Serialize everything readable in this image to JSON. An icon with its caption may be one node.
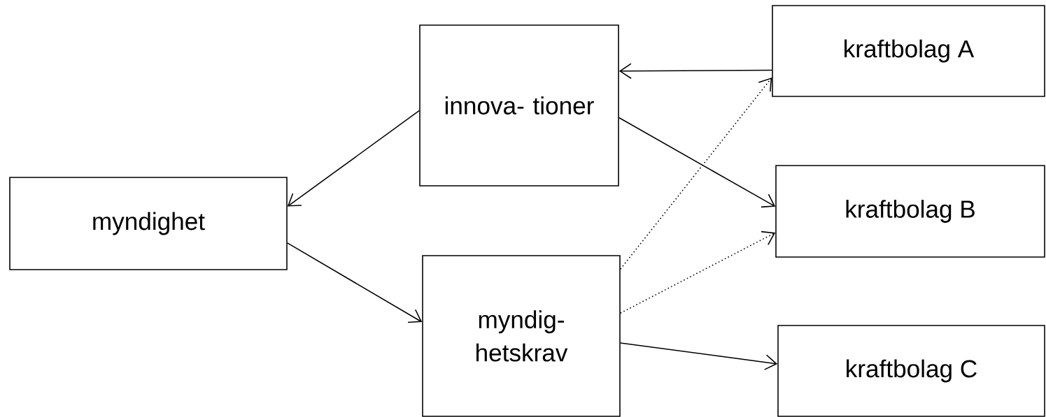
{
  "diagram": {
    "nodes": [
      {
        "text": [
          "myndighet"
        ]
      },
      {
        "text": [
          "innova- tioner"
        ]
      },
      {
        "text": [
          "myndig- hetskrav"
        ]
      },
      {
        "text": [
          "kraftbolag A"
        ]
      },
      {
        "text": [
          "kraftbolag B"
        ]
      },
      {
        "text": [
          "kraftbolag C"
        ]
      }
    ],
    "edges": [
      {
        "from": 3,
        "to": 1,
        "arrow": "to"
      },
      {
        "from": 1,
        "to": 0,
        "arrow": "to"
      },
      {
        "from": 0,
        "to": 2,
        "arrow": "to"
      },
      {
        "from": 1,
        "to": 4,
        "arrow": "to"
      },
      {
        "from": 2,
        "to": 3,
        "arrow": "to",
        "style": "dashed"
      },
      {
        "from": 2,
        "to": 4,
        "arrow": "to",
        "style": "dashed"
      },
      {
        "from": 2,
        "to": 5,
        "arrow": "to"
      }
    ]
  }
}
